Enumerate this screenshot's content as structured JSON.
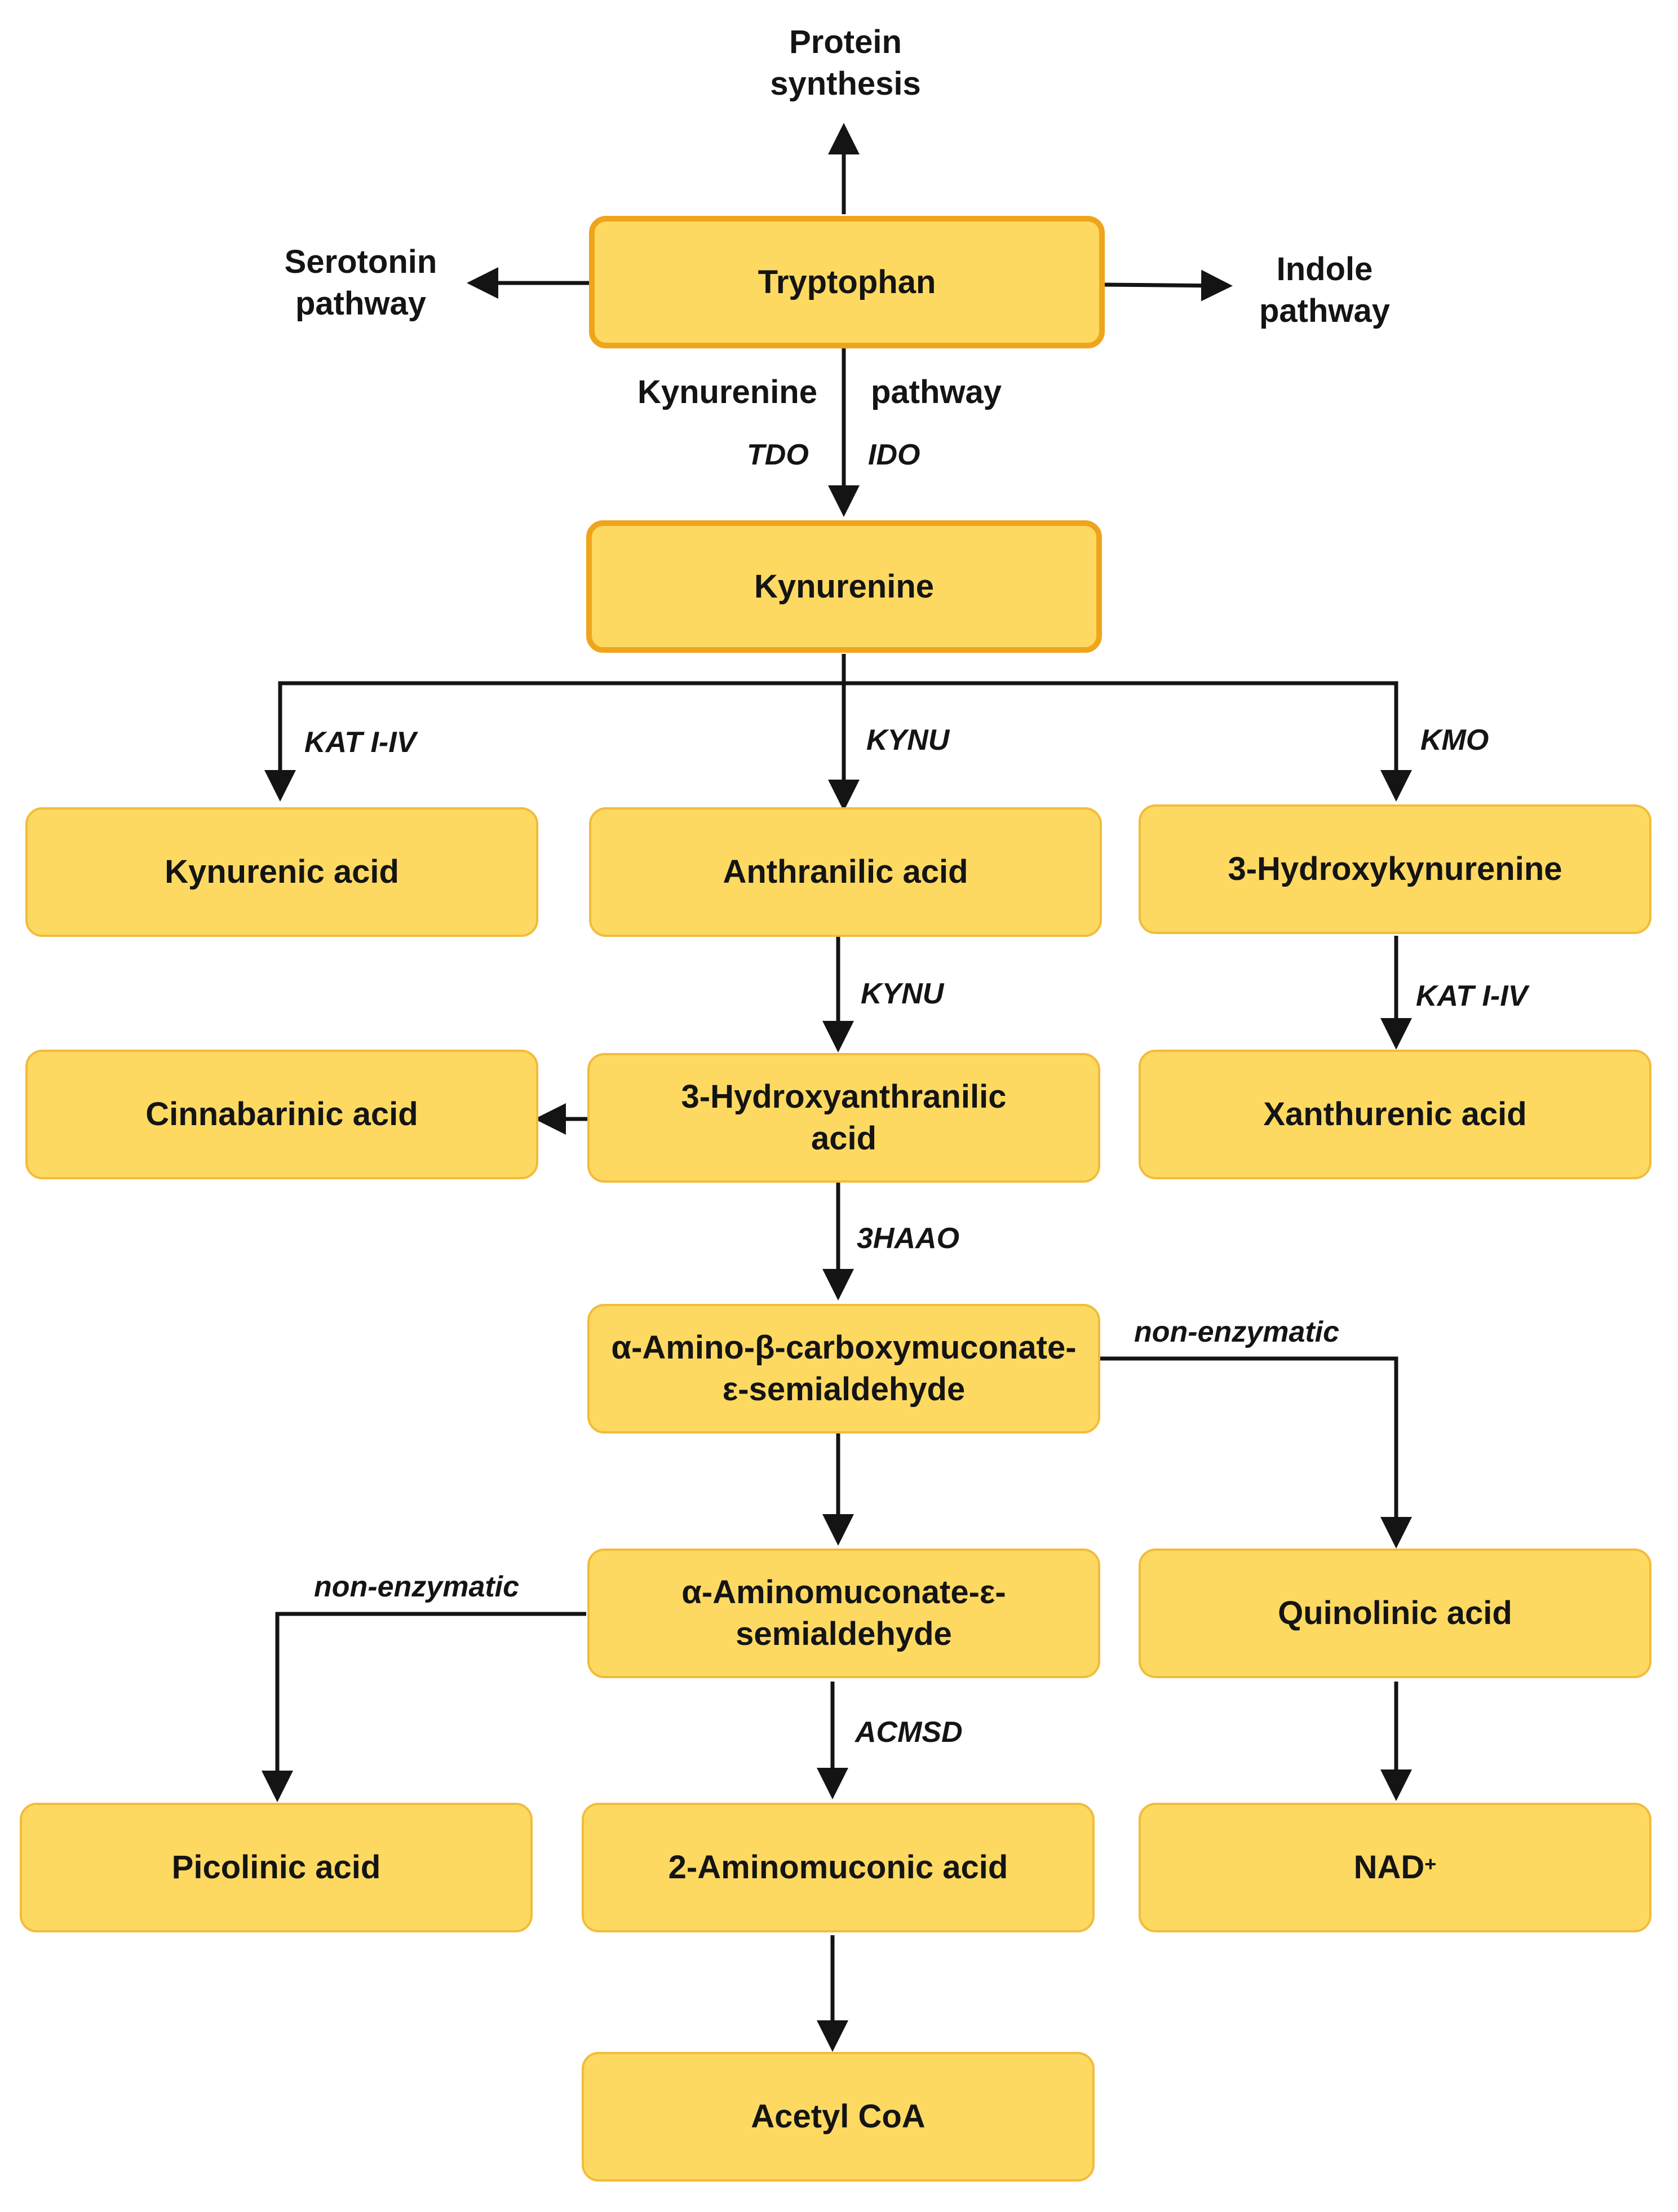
{
  "top_labels": {
    "protein_synthesis": "Protein\nsynthesis",
    "serotonin": "Serotonin\npathway",
    "indole": "Indole\npathway",
    "kynurenine_pathway_left": "Kynurenine",
    "kynurenine_pathway_right": "pathway"
  },
  "nodes": {
    "tryptophan": "Tryptophan",
    "kynurenine": "Kynurenine",
    "kynurenic_acid": "Kynurenic acid",
    "anthranilic_acid": "Anthranilic acid",
    "hydroxykynurenine": "3-Hydroxykynurenine",
    "cinnabarinic_acid": "Cinnabarinic acid",
    "hydroxyanthranilic_acid": "3-Hydroxyanthranilic\nacid",
    "xanthurenic_acid": "Xanthurenic acid",
    "acms": "α-Amino-β-carboxymuconate-\nε-semialdehyde",
    "ams": "α-Aminomuconate-ε-\nsemialdehyde",
    "quinolinic_acid": "Quinolinic acid",
    "picolinic_acid": "Picolinic acid",
    "aminomuconic_acid": "2-Aminomuconic acid",
    "nad": "NAD",
    "nad_superscript": "+",
    "acetyl_coa": "Acetyl CoA"
  },
  "enzymes": {
    "tdo": "TDO",
    "ido": "IDO",
    "kat_left": "KAT I-IV",
    "kynu_1": "KYNU",
    "kmo": "KMO",
    "kynu_2": "KYNU",
    "kat_right": "KAT I-IV",
    "haao": "3HAAO",
    "non_enzymatic_right": "non-enzymatic",
    "non_enzymatic_left": "non-enzymatic",
    "acmsd": "ACMSD"
  },
  "colors": {
    "box_fill": "#FDD962",
    "box_border": "#F2BC3A",
    "main_border": "#EFA51B",
    "arrow": "#141414"
  }
}
